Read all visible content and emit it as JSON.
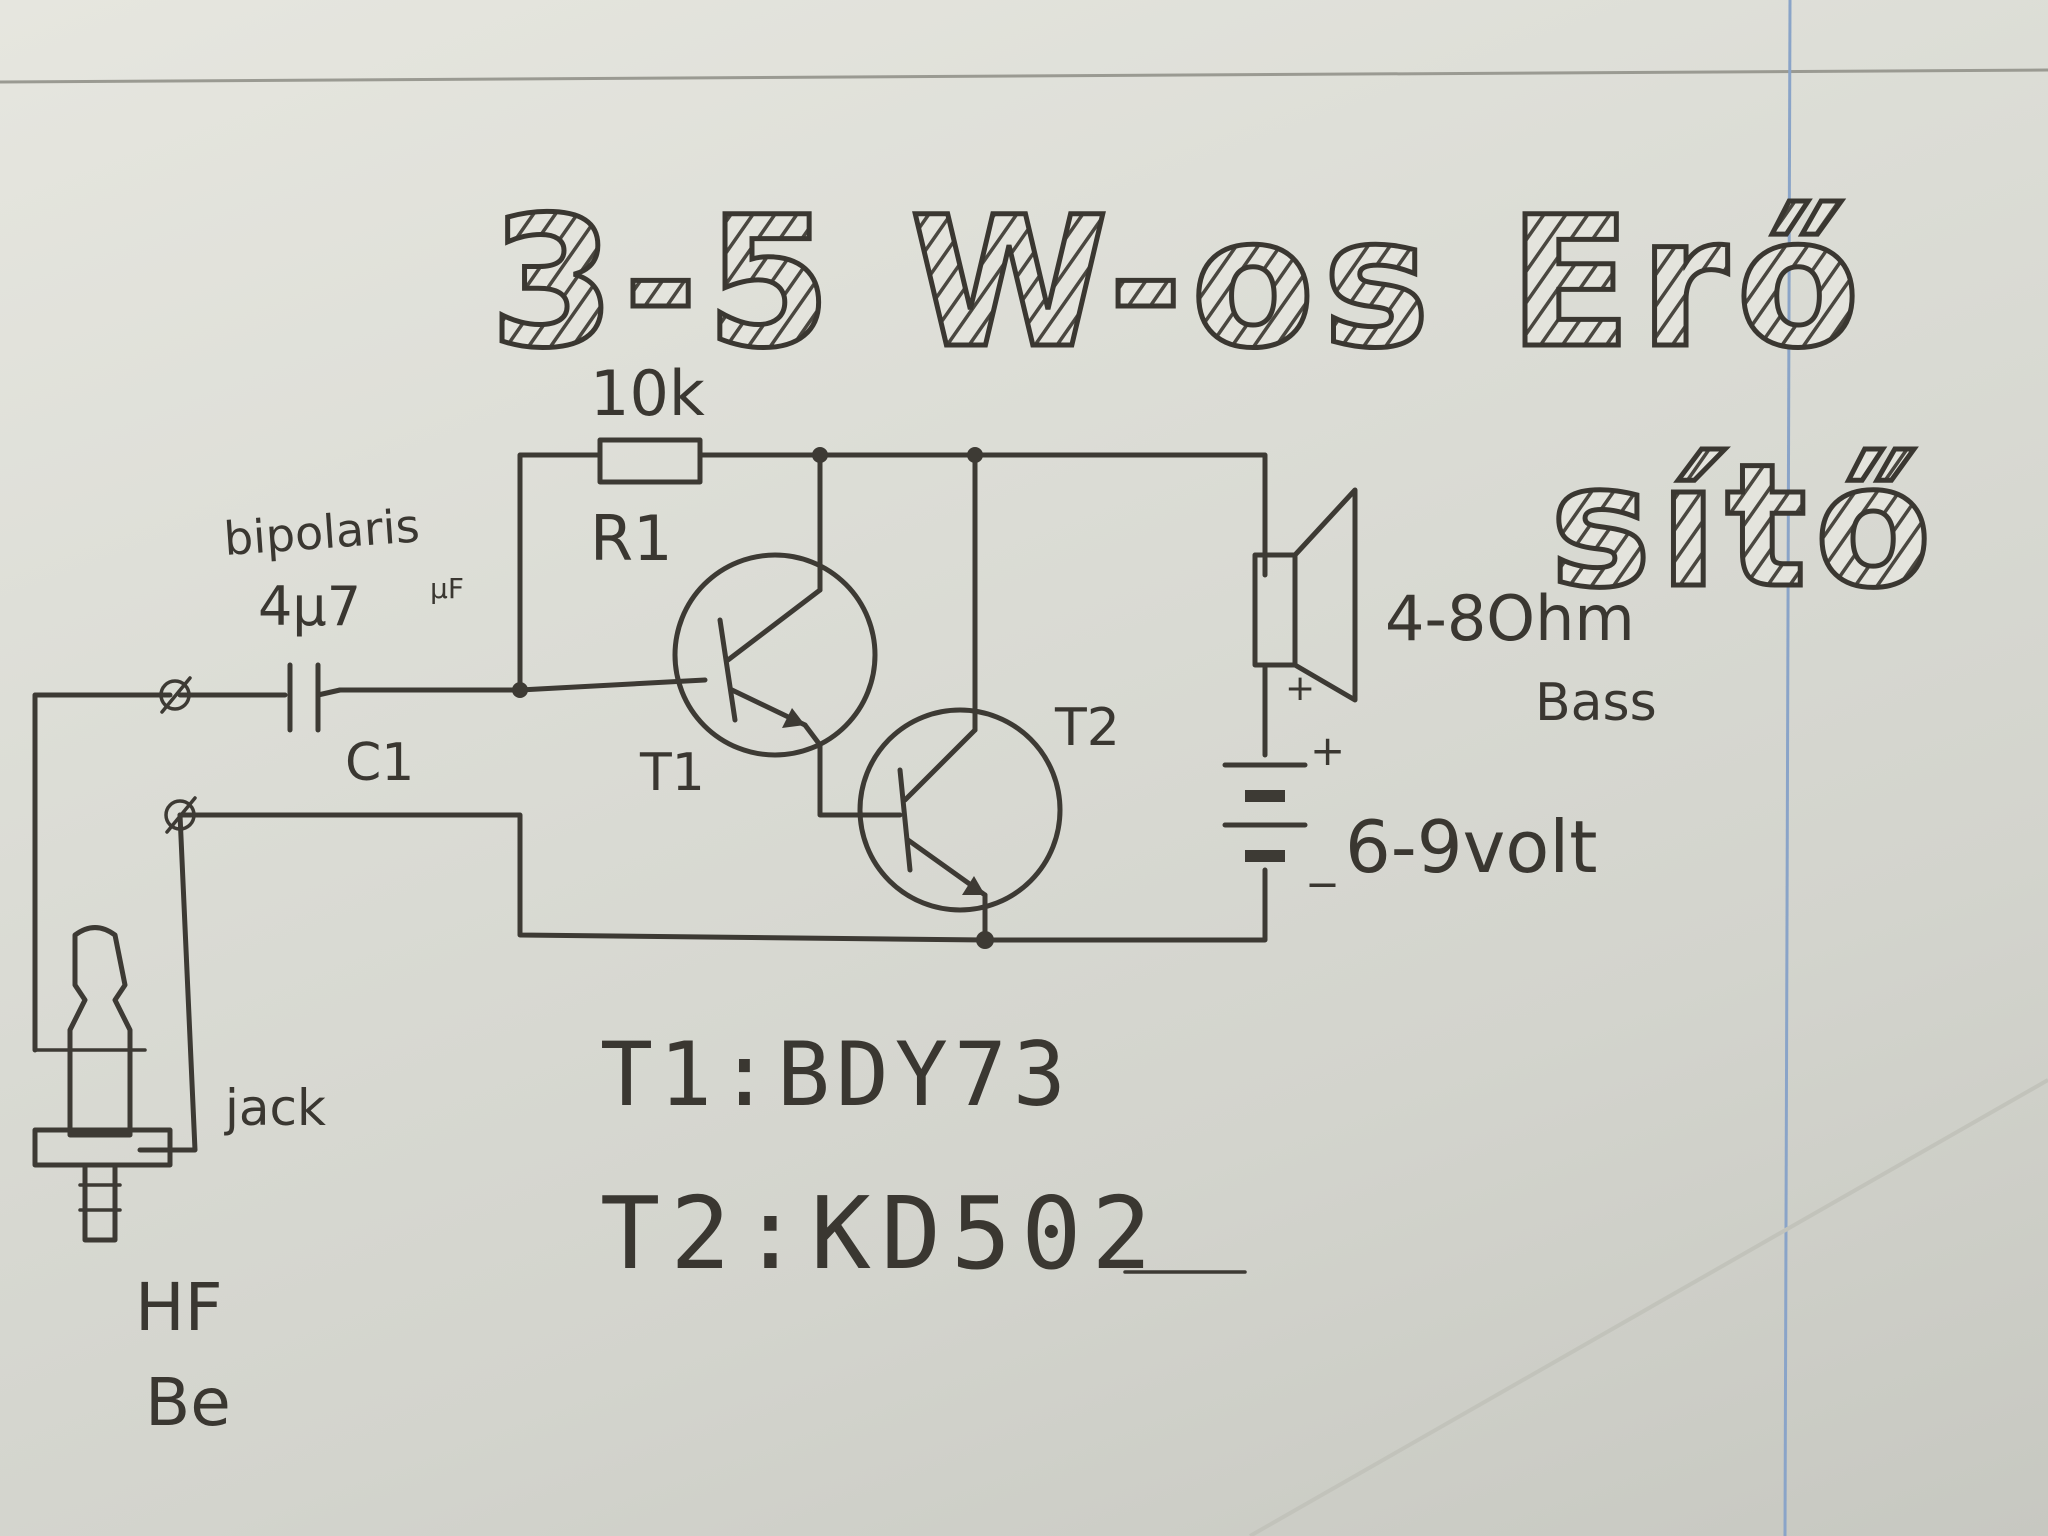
{
  "title": {
    "line1": "3-5 W-os Erő",
    "line2": "sítő"
  },
  "labels": {
    "resistor_value": "10k",
    "resistor_ref": "R1",
    "capacitor_type": "bipolaris",
    "capacitor_value": "4μ7",
    "capacitor_unit": "μF",
    "capacitor_ref": "C1",
    "transistor1_ref": "T1",
    "transistor2_ref": "T2",
    "speaker_impedance": "4-8Ohm",
    "speaker_type": "Bass",
    "battery_voltage": "6-9volt",
    "battery_plus": "+",
    "battery_minus": "_",
    "speaker_plus": "+",
    "jack_label": "jack",
    "input_label_1": "HF",
    "input_label_2": "Be"
  },
  "parts_list": {
    "t1": "T1:BDY73",
    "t2": "T2:KD502"
  },
  "colors": {
    "paper": "#dcddd6",
    "pencil": "#3d3a34",
    "margin_line": "#8aa4c8"
  }
}
